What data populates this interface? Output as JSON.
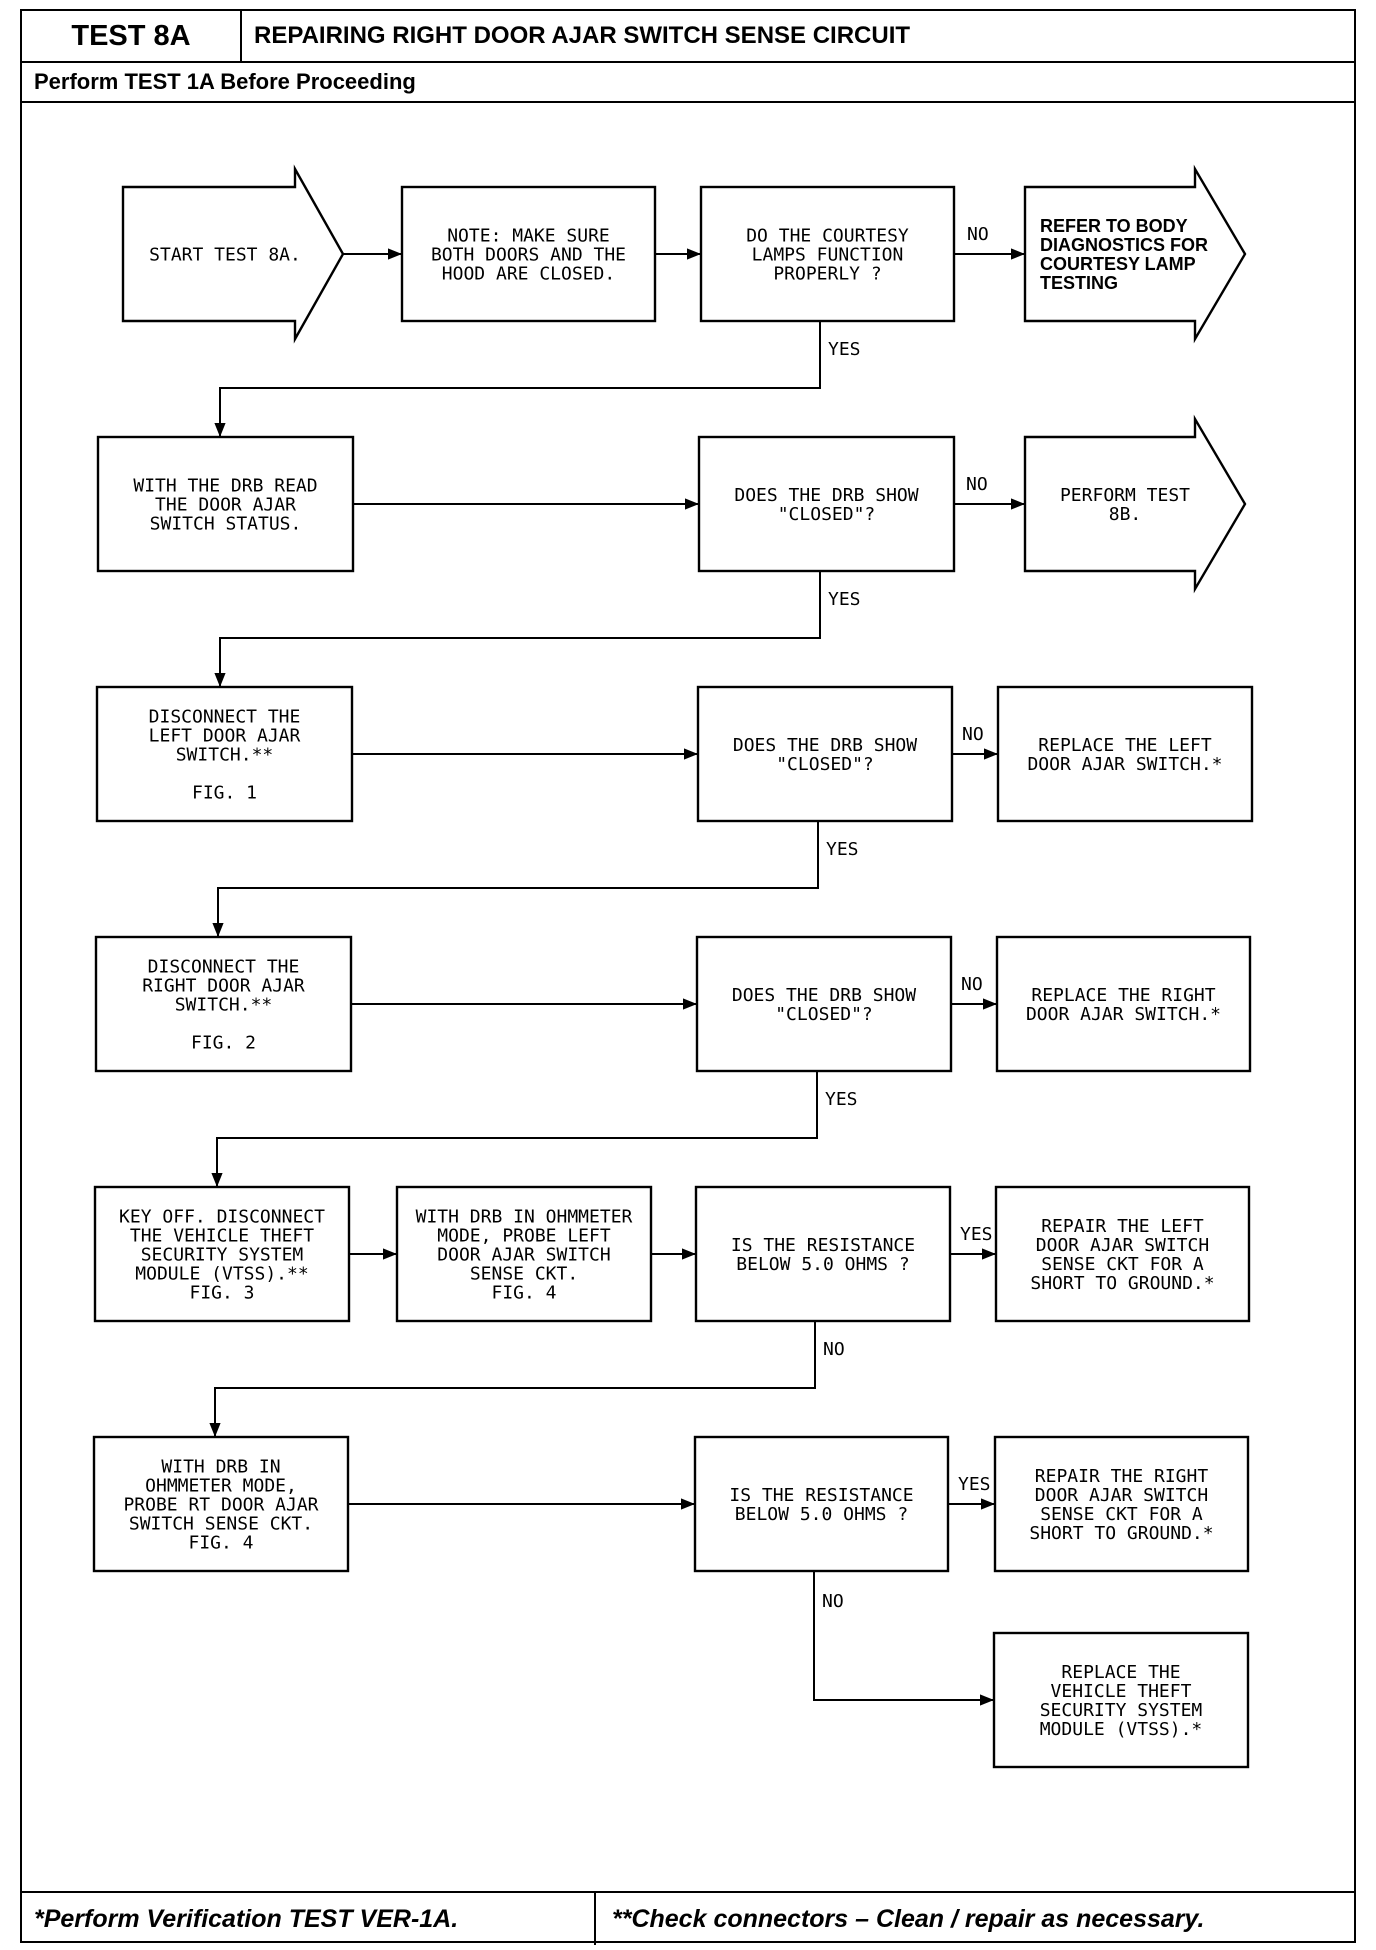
{
  "header": {
    "test_id": "TEST 8A",
    "title": "REPAIRING RIGHT DOOR AJAR SWITCH SENSE CIRCUIT",
    "precondition": "Perform TEST 1A Before Proceeding"
  },
  "footer": {
    "note_single": "*Perform Verification TEST VER-1A.",
    "note_double": "**Check connectors – Clean / repair as necessary."
  },
  "flow": {
    "start": [
      "START TEST 8A."
    ],
    "note": [
      "NOTE: MAKE SURE",
      "BOTH DOORS AND THE",
      "HOOD ARE CLOSED."
    ],
    "q_courtesy": [
      "DO THE COURTESY",
      "LAMPS FUNCTION",
      "PROPERLY ?"
    ],
    "refer_body": [
      "REFER TO BODY",
      "DIAGNOSTICS FOR",
      "COURTESY LAMP",
      "TESTING"
    ],
    "read_status": [
      "WITH THE DRB READ",
      "THE DOOR AJAR",
      "SWITCH STATUS."
    ],
    "q_closed_1": [
      "DOES THE DRB SHOW",
      "\"CLOSED\"?"
    ],
    "perform_8b": [
      "PERFORM TEST",
      "8B."
    ],
    "disc_left": [
      "DISCONNECT THE",
      "LEFT DOOR AJAR",
      "SWITCH.**",
      "",
      "FIG. 1"
    ],
    "q_closed_2": [
      "DOES THE DRB SHOW",
      "\"CLOSED\"?"
    ],
    "replace_left": [
      "REPLACE THE LEFT",
      "DOOR AJAR SWITCH.*"
    ],
    "disc_right": [
      "DISCONNECT THE",
      "RIGHT DOOR AJAR",
      "SWITCH.**",
      "",
      "FIG. 2"
    ],
    "q_closed_3": [
      "DOES THE DRB SHOW",
      "\"CLOSED\"?"
    ],
    "replace_right": [
      "REPLACE THE RIGHT",
      "DOOR AJAR SWITCH.*"
    ],
    "key_off": [
      "KEY OFF. DISCONNECT",
      "THE VEHICLE THEFT",
      "SECURITY SYSTEM",
      "MODULE (VTSS).**",
      "FIG. 3"
    ],
    "probe_left": [
      "WITH DRB IN OHMMETER",
      "MODE, PROBE LEFT",
      "DOOR AJAR SWITCH",
      "SENSE CKT.",
      "FIG. 4"
    ],
    "q_res_1": [
      "IS THE RESISTANCE",
      "BELOW 5.0 OHMS ?"
    ],
    "repair_left": [
      "REPAIR THE LEFT",
      "DOOR AJAR SWITCH",
      "SENSE CKT FOR A",
      "SHORT TO GROUND.*"
    ],
    "probe_right": [
      "WITH DRB IN",
      "OHMMETER MODE,",
      "PROBE RT DOOR AJAR",
      "SWITCH SENSE CKT.",
      "FIG. 4"
    ],
    "q_res_2": [
      "IS THE RESISTANCE",
      "BELOW 5.0 OHMS ?"
    ],
    "repair_right": [
      "REPAIR THE RIGHT",
      "DOOR AJAR SWITCH",
      "SENSE CKT FOR A",
      "SHORT TO GROUND.*"
    ],
    "replace_vtss": [
      "REPLACE THE",
      "VEHICLE THEFT",
      "SECURITY SYSTEM",
      "MODULE (VTSS).*"
    ]
  },
  "labels": {
    "yes": "YES",
    "no": "NO"
  }
}
